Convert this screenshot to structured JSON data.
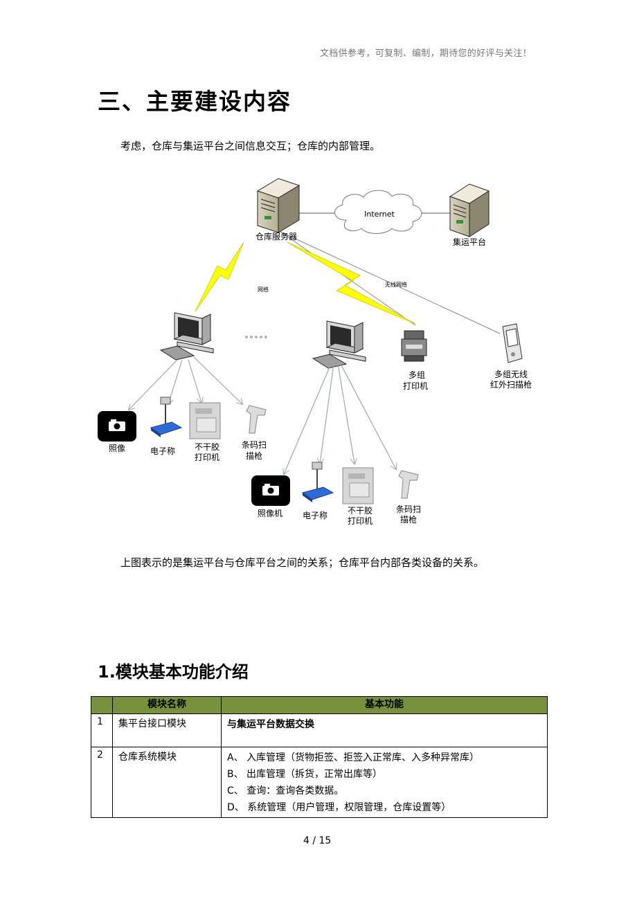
{
  "header_note": "文档供参考，可复制、编制，期待您的好评与关注！",
  "section_title": "三、主要建设内容",
  "intro": "考虑，仓库与集运平台之间信息交互；仓库的内部管理。",
  "diagram": {
    "internet": "Internet",
    "warehouse_server": "仓库服务器",
    "platform": "集运平台",
    "network": "网络",
    "wireless_network": "无线网络",
    "dots": "。。。。。",
    "printers_line1": "多组",
    "printers_line2": "打印机",
    "scanners_line1": "多组无线",
    "scanners_line2": "红外扫描枪",
    "group1": {
      "camera": "照像",
      "scale": "电子称",
      "label_printer_1": "不干胶",
      "label_printer_2": "打印机",
      "barcode_1": "条码扫",
      "barcode_2": "描枪"
    },
    "group2": {
      "camera": "照像机",
      "scale": "电子称",
      "label_printer_1": "不干胶",
      "label_printer_2": "打印机",
      "barcode_1": "条码扫",
      "barcode_2": "描枪"
    }
  },
  "caption": "上图表示的是集运平台与仓库平台之间的关系；仓库平台内部各类设备的关系。",
  "subsection_title": "1.模块基本功能介绍",
  "table": {
    "header_color": "#76923c",
    "headers": [
      "",
      "模块名称",
      "基本功能"
    ],
    "rows": [
      {
        "no": "1",
        "name": "集平台接口模块",
        "functions": [
          "与集运平台数据交换"
        ]
      },
      {
        "no": "2",
        "name": "仓库系统模块",
        "functions": [
          "A、 入库管理（货物拒签、拒签入正常库、入多种异常库）",
          "B、 出库管理（拆货，正常出库等）",
          "C、 查询：查询各类数据。",
          "D、 系统管理（用户管理，权限管理，仓库设置等）"
        ]
      }
    ]
  },
  "footer": "4  / 15"
}
